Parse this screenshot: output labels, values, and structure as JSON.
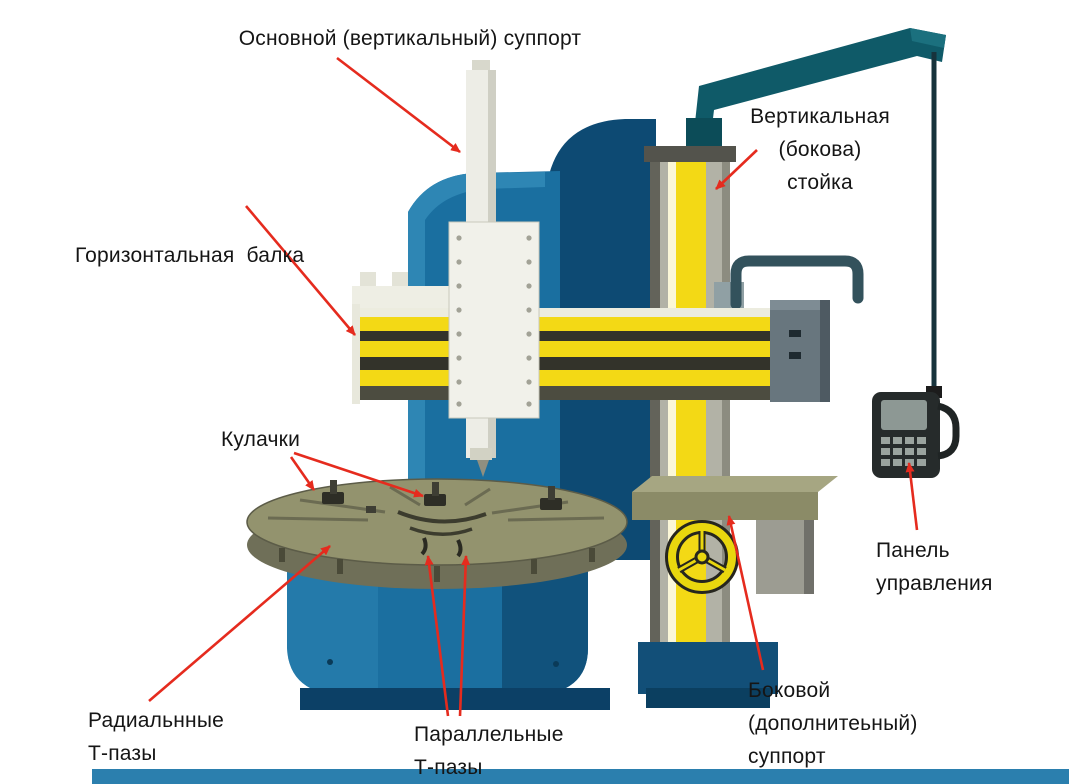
{
  "diagram": {
    "labels": {
      "main_support": {
        "text": "Основной (вертикальный) суппорт"
      },
      "vertical_column": {
        "line1": "Вертикальная",
        "line2": "(бокова)",
        "line3": "стойка"
      },
      "horizontal_beam": {
        "text": "Горизонтальная  балка"
      },
      "jaws": {
        "text": "Кулачки"
      },
      "control_panel": {
        "line1": "Панель",
        "line2": "управления"
      },
      "radial_tslots": {
        "line1": "Радиальнные",
        "line2": "Т-пазы"
      },
      "parallel_tslots": {
        "line1": "Параллельные",
        "line2": "Т-пазы"
      },
      "side_support": {
        "line1": "Боковой",
        "line2": "(дополнитеьный)",
        "line3": "суппорт"
      }
    },
    "colors": {
      "arrow_red": "#e52b1e",
      "machine_blue": "#1a6fa0",
      "machine_blue_dark": "#0d4a73",
      "machine_blue_light": "#2e86b4",
      "stripe_yellow": "#f3d915",
      "table_olive": "#93936e",
      "column_teal": "#0f5a68",
      "panel_dark": "#262b2b",
      "white_part": "#f1f1ea"
    }
  }
}
